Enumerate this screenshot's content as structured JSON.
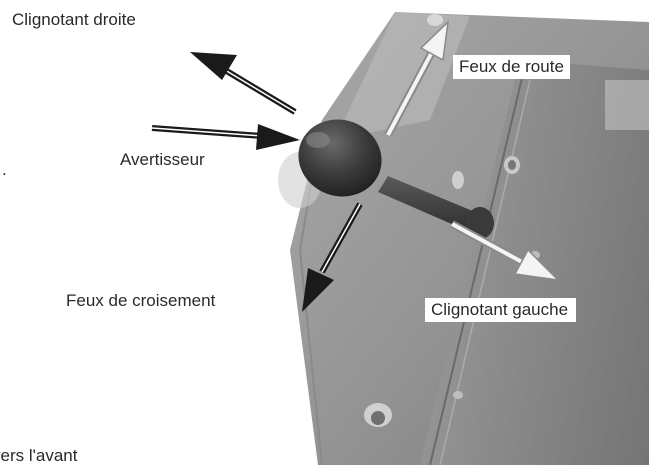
{
  "labels": {
    "turn_right": "Clignotant droite",
    "high_beam": "Feux de route",
    "horn": "Avertisseur",
    "low_beam": "Feux de croisement",
    "turn_left": "Clignotant gauche",
    "cut_text": "vers l'avant",
    "cut_dot": "."
  }
}
